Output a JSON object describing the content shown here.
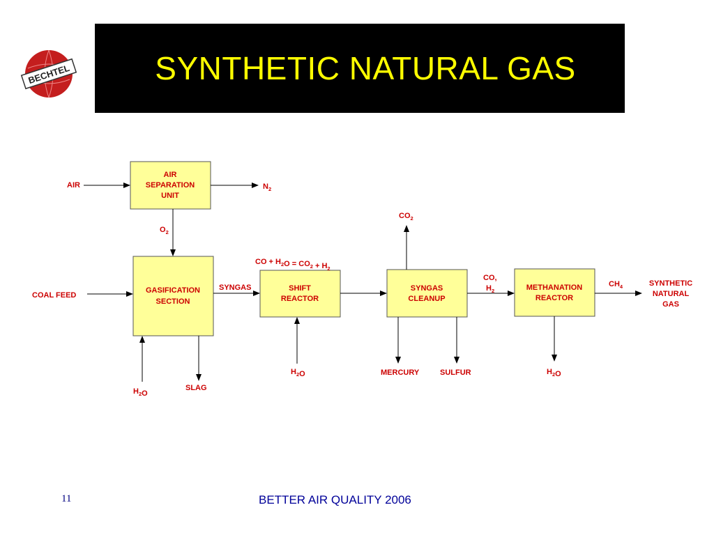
{
  "slide": {
    "title": "SYNTHETIC NATURAL GAS",
    "logo_text": "BECHTEL",
    "page_number": "11",
    "footer": "BETTER AIR QUALITY 2006"
  },
  "colors": {
    "title_background": "#000000",
    "title_text": "#ffff00",
    "box_fill": "#ffff99",
    "label_text": "#cc0000",
    "footer_text": "#000099",
    "logo_red": "#c41e1e"
  },
  "diagram": {
    "boxes": {
      "asu": [
        "AIR",
        "SEPARATION",
        "UNIT"
      ],
      "gasification": [
        "GASIFICATION",
        "SECTION"
      ],
      "shift": [
        "SHIFT",
        "REACTOR"
      ],
      "cleanup": [
        "SYNGAS",
        "CLEANUP"
      ],
      "methanation": [
        "METHANATION",
        "REACTOR"
      ]
    },
    "labels": {
      "air": "AIR",
      "coal_feed": "COAL FEED",
      "syngas": "SYNGAS",
      "mercury": "MERCURY",
      "sulfur": "SULFUR",
      "slag": "SLAG",
      "co_comma": "CO,",
      "product": [
        "SYNTHETIC",
        "NATURAL",
        "GAS"
      ]
    },
    "formulas": {
      "n2": "N2",
      "o2": "O2",
      "co2_top": "CO2",
      "h2o_gasifier": "H2O",
      "h2o_shift": "H2O",
      "h2o_methanation": "H2O",
      "h2_after_cleanup": "H2",
      "ch4": "CH4",
      "shift_reaction": "CO + H2O = CO2 + H2"
    }
  }
}
